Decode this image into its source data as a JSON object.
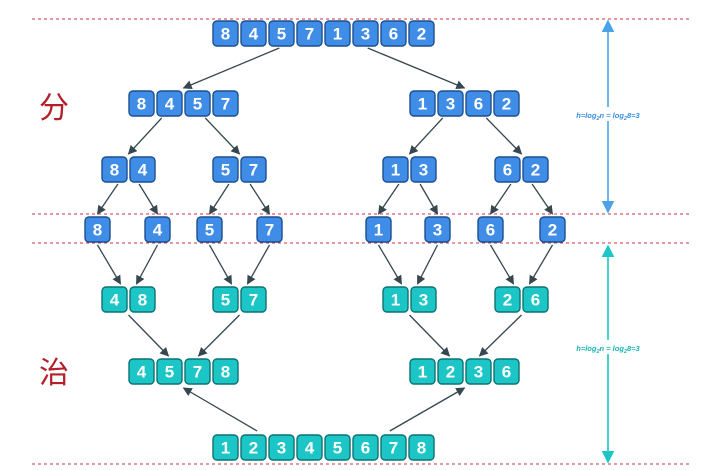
{
  "colors": {
    "divide_fill": "#3f8de6",
    "divide_stroke": "#1c4f8f",
    "merge_fill": "#1cc6c6",
    "merge_stroke": "#0d7272",
    "cell_text": "#ffffff",
    "arrow": "#37474f",
    "guide_line": "#cc3344",
    "phase_label": "#b3202a",
    "divide_height_arrow": "#4aa3e8",
    "merge_height_arrow": "#1cc6c6"
  },
  "phase_labels": {
    "divide": "分",
    "merge": "治"
  },
  "height_formula": {
    "divide_prefix": "h=log",
    "divide_sub1": "2",
    "divide_mid": "n = log",
    "divide_sub2": "2",
    "divide_suffix": "8=3",
    "merge_prefix": "h=log",
    "merge_sub1": "2",
    "merge_mid": "n = log",
    "merge_sub2": "2",
    "merge_suffix": "8=3"
  },
  "divide_levels": [
    [
      [
        "8",
        "4",
        "5",
        "7",
        "1",
        "3",
        "6",
        "2"
      ]
    ],
    [
      [
        "8",
        "4",
        "5",
        "7"
      ],
      [
        "1",
        "3",
        "6",
        "2"
      ]
    ],
    [
      [
        "8",
        "4"
      ],
      [
        "5",
        "7"
      ],
      [
        "1",
        "3"
      ],
      [
        "6",
        "2"
      ]
    ],
    [
      [
        "8"
      ],
      [
        "4"
      ],
      [
        "5"
      ],
      [
        "7"
      ],
      [
        "1"
      ],
      [
        "3"
      ],
      [
        "6"
      ],
      [
        "2"
      ]
    ]
  ],
  "merge_levels": [
    [
      [
        "4",
        "8"
      ],
      [
        "5",
        "7"
      ],
      [
        "1",
        "3"
      ],
      [
        "2",
        "6"
      ]
    ],
    [
      [
        "4",
        "5",
        "7",
        "8"
      ],
      [
        "1",
        "2",
        "3",
        "6"
      ]
    ],
    [
      [
        "1",
        "2",
        "3",
        "4",
        "5",
        "6",
        "7",
        "8"
      ]
    ]
  ]
}
